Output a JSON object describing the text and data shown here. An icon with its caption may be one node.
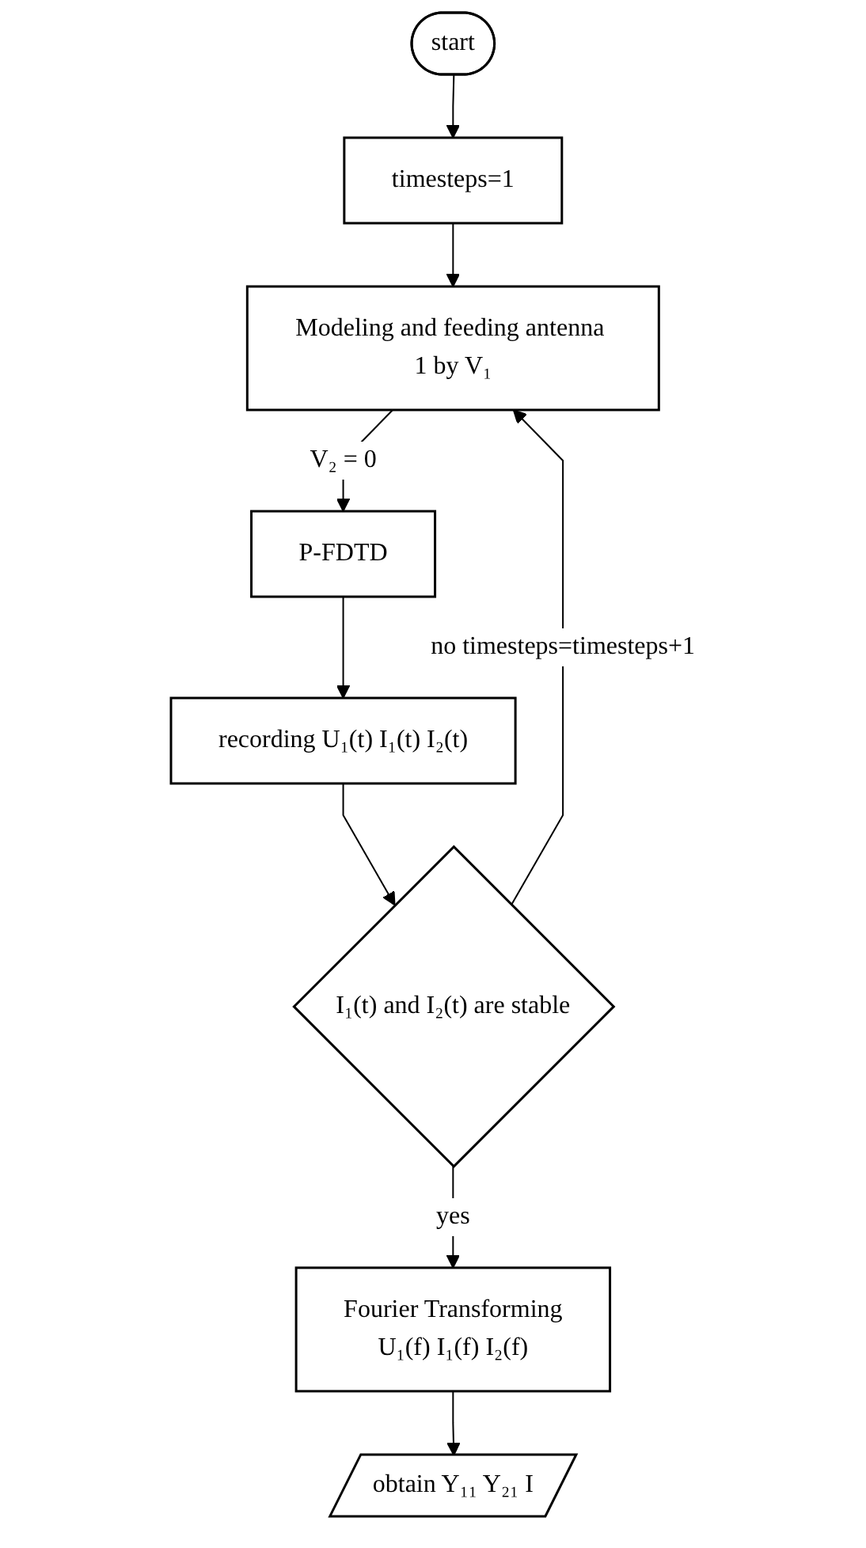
{
  "diagram": {
    "nodes": [
      {
        "text": [
          "start"
        ]
      },
      {
        "text": [
          "timesteps=1"
        ]
      },
      {
        "text": [
          "Modeling and feeding antenna 1 by V₁"
        ]
      },
      {
        "text": [
          "P-FDTD"
        ]
      },
      {
        "text": [
          "recording U₁(t) I₁(t) I₂(t)"
        ]
      },
      {
        "text": [
          "I₁(t) and I₂(t) are stable"
        ]
      },
      {
        "text": [
          "Fourier Transforming",
          "U₁(f)    I₁(f)    I₂(f)"
        ]
      },
      {
        "text": [
          "obtain Y₁₁ Y₂₁ I"
        ]
      }
    ],
    "edges": [
      {
        "from": 0,
        "to": 1,
        "arrow": "to"
      },
      {
        "from": 1,
        "to": 2,
        "arrow": "to"
      },
      {
        "from": 2,
        "to": 3,
        "arrow": "to",
        "label": "V₂ = 0"
      },
      {
        "from": 3,
        "to": 4,
        "arrow": "to"
      },
      {
        "from": 4,
        "to": 5,
        "arrow": "to"
      },
      {
        "from": 5,
        "to": 6,
        "arrow": "to",
        "label": "yes"
      },
      {
        "from": 6,
        "to": 7,
        "arrow": "to"
      },
      {
        "from": 5,
        "to": 2,
        "arrow": "to",
        "label": "no timesteps=timesteps+1"
      }
    ]
  }
}
